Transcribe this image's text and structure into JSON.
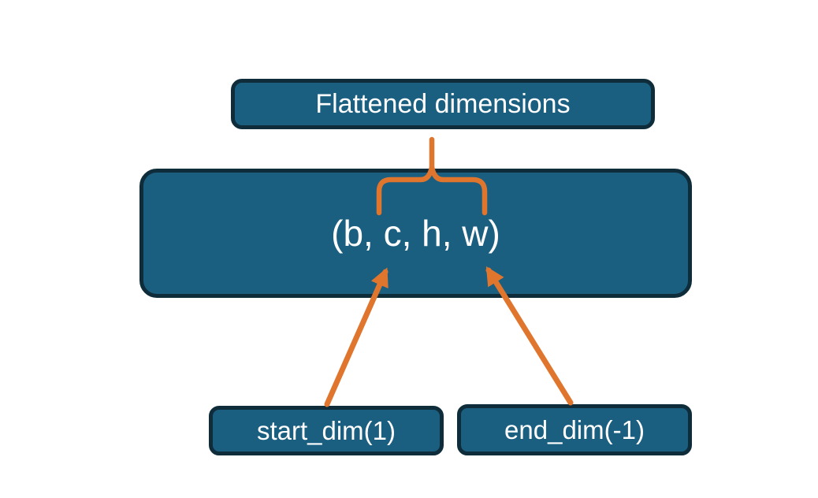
{
  "diagram": {
    "top_box": {
      "label": "Flattened dimensions"
    },
    "tensor_box": {
      "label": "(b, c, h, w)"
    },
    "start_dim_box": {
      "label": "start_dim(1)"
    },
    "end_dim_box": {
      "label": "end_dim(-1)"
    }
  },
  "colors": {
    "box-fill": "#1b5f80",
    "box-border": "#0e2c3a",
    "connector": "#e0762e",
    "text": "#ffffff",
    "bg": "#ffffff"
  }
}
